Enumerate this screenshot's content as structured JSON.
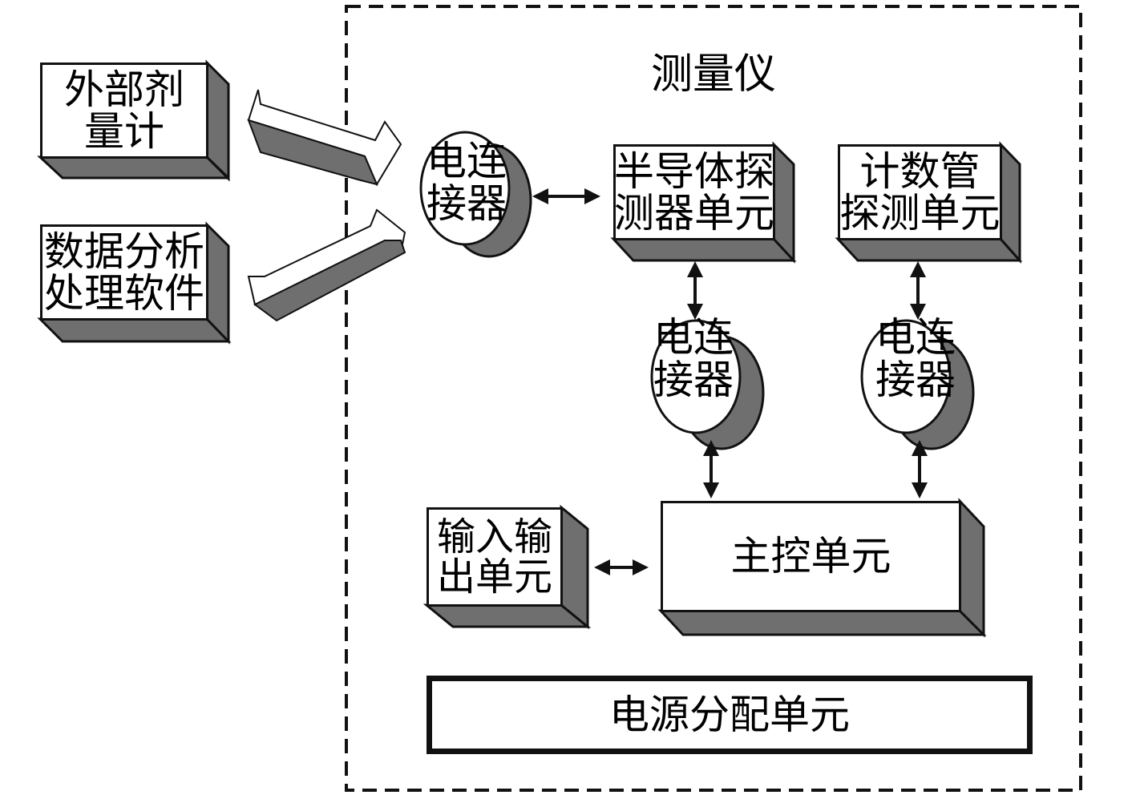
{
  "diagram": {
    "container_label": "测量仪",
    "nodes": {
      "external_dosimeter": "外部剂\n量计",
      "analysis_software": "数据分析\n处理软件",
      "connector_main": "电连\n接器",
      "semiconductor_unit": "半导体探\n测器单元",
      "counter_tube_unit": "计数管\n探测单元",
      "connector_semi": "电连\n接器",
      "connector_counter": "电连\n接器",
      "io_unit": "输入输\n出单元",
      "main_control": "主控单元",
      "power_distribution": "电源分配单元"
    },
    "edges": [
      {
        "from": "external_dosimeter",
        "to": "connector_main",
        "type": "bidirectional"
      },
      {
        "from": "analysis_software",
        "to": "connector_main",
        "type": "bidirectional"
      },
      {
        "from": "connector_main",
        "to": "semiconductor_unit",
        "type": "bidirectional"
      },
      {
        "from": "semiconductor_unit",
        "to": "connector_semi",
        "type": "bidirectional"
      },
      {
        "from": "counter_tube_unit",
        "to": "connector_counter",
        "type": "bidirectional"
      },
      {
        "from": "connector_semi",
        "to": "main_control",
        "type": "bidirectional"
      },
      {
        "from": "connector_counter",
        "to": "main_control",
        "type": "bidirectional"
      },
      {
        "from": "io_unit",
        "to": "main_control",
        "type": "bidirectional"
      }
    ],
    "colors": {
      "shade": "#6f6f6f",
      "line": "#111111",
      "fill": "#ffffff"
    }
  }
}
